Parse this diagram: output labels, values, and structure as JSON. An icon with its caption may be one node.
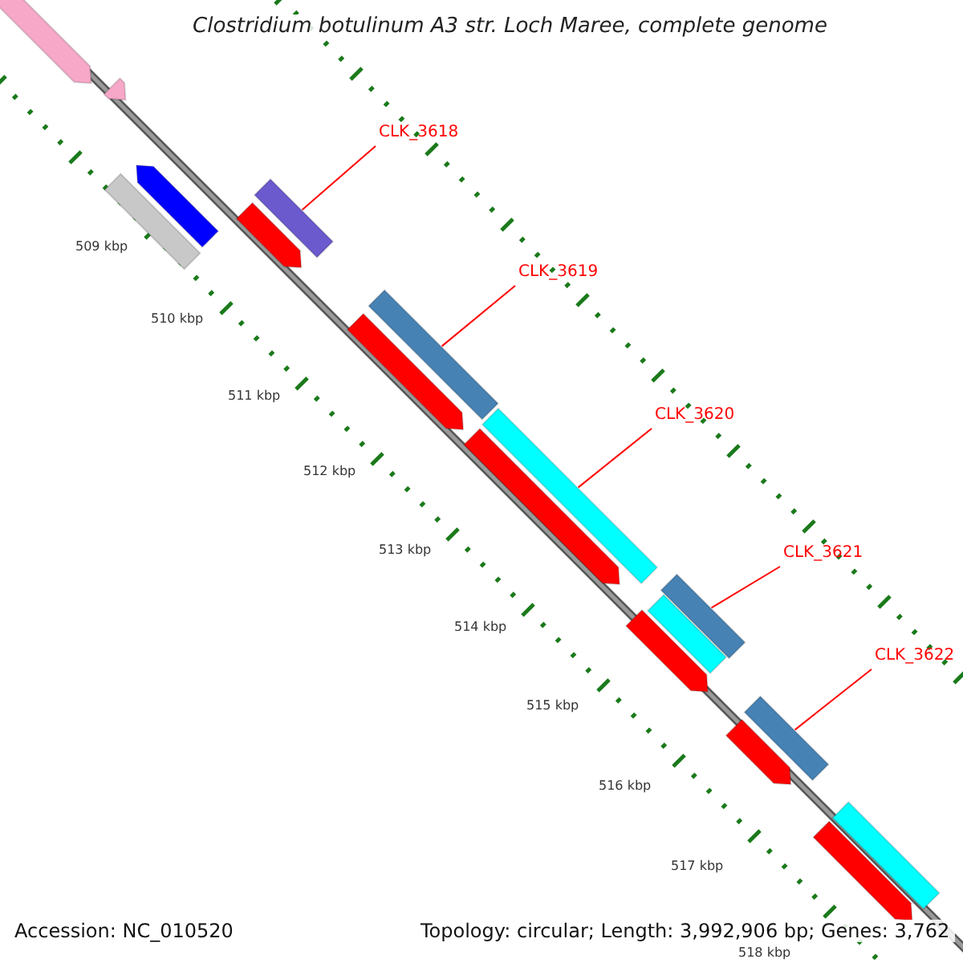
{
  "diagram": {
    "title": "Clostridium botulinum A3 str. Loch Maree, complete genome",
    "nodes": [
      {
        "text": [
          "CLK_3618"
        ]
      },
      {
        "text": [
          "CLK_3619"
        ]
      },
      {
        "text": [
          "CLK_3620"
        ]
      },
      {
        "text": [
          "CLK_3621"
        ]
      },
      {
        "text": [
          "CLK_3622"
        ]
      },
      {
        "text": [],
        "shape": "arrow"
      },
      {
        "text": [],
        "shape": "arrow"
      },
      {
        "text": [],
        "shape": "bar"
      },
      {
        "text": [],
        "shape": "arrow"
      },
      {
        "text": [],
        "shape": "arrow"
      },
      {
        "text": [],
        "shape": "bar"
      },
      {
        "text": [],
        "shape": "arrow"
      },
      {
        "text": [],
        "shape": "bar"
      },
      {
        "text": [],
        "shape": "arrow"
      },
      {
        "text": [],
        "shape": "bar"
      },
      {
        "text": [],
        "shape": "arrow"
      },
      {
        "text": [],
        "shape": "bar"
      },
      {
        "text": [],
        "shape": "bar"
      },
      {
        "text": [],
        "shape": "arrow"
      },
      {
        "text": [],
        "shape": "bar"
      },
      {
        "text": [],
        "shape": "arrow"
      },
      {
        "text": [],
        "shape": "bar"
      }
    ],
    "edges": [
      {
        "from": 0,
        "to": 10,
        "arrow": "none"
      },
      {
        "from": 1,
        "to": 12,
        "arrow": "none"
      },
      {
        "from": 2,
        "to": 14,
        "arrow": "none"
      },
      {
        "from": 3,
        "to": 17,
        "arrow": "none"
      },
      {
        "from": 4,
        "to": 19,
        "arrow": "none"
      }
    ],
    "labels": [
      "509 kbp",
      "510 kbp",
      "511 kbp",
      "512 kbp",
      "513 kbp",
      "514 kbp",
      "515 kbp",
      "516 kbp",
      "517 kbp",
      "518 kbp",
      "Accession: NC_010520",
      "Topology: circular; Length: 3,992,906 bp; Genes: 3,762"
    ]
  }
}
